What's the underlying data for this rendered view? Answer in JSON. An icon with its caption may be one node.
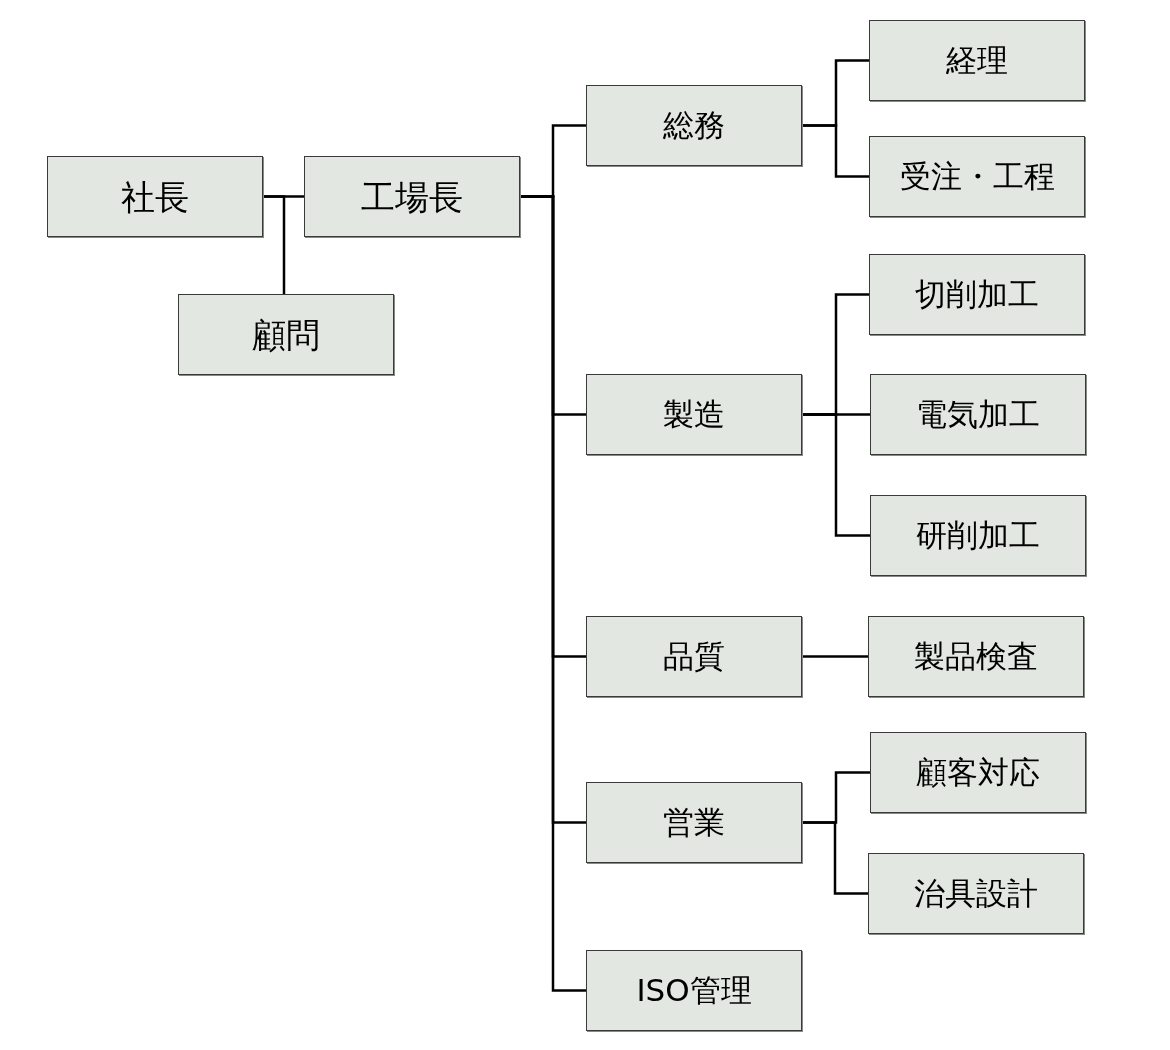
{
  "diagram": {
    "nodes": [
      {
        "text": [
          "社長"
        ]
      },
      {
        "text": [
          "工場長"
        ]
      },
      {
        "text": [
          "顧問"
        ]
      },
      {
        "text": [
          "総務"
        ]
      },
      {
        "text": [
          "経理"
        ]
      },
      {
        "text": [
          "受注・工程"
        ]
      },
      {
        "text": [
          "製造"
        ]
      },
      {
        "text": [
          "切削加工"
        ]
      },
      {
        "text": [
          "電気加工"
        ]
      },
      {
        "text": [
          "研削加工"
        ]
      },
      {
        "text": [
          "品質"
        ]
      },
      {
        "text": [
          "製品検査"
        ]
      },
      {
        "text": [
          "営業"
        ]
      },
      {
        "text": [
          "顧客対応"
        ]
      },
      {
        "text": [
          "治具設計"
        ]
      },
      {
        "text": [
          "ISO管理"
        ]
      }
    ],
    "edges": [
      {
        "from": 0,
        "to": 1,
        "arrow": "none"
      },
      {
        "from": 0,
        "to": 2,
        "arrow": "none"
      },
      {
        "from": 1,
        "to": 3,
        "arrow": "none"
      },
      {
        "from": 1,
        "to": 6,
        "arrow": "none"
      },
      {
        "from": 1,
        "to": 10,
        "arrow": "none"
      },
      {
        "from": 1,
        "to": 12,
        "arrow": "none"
      },
      {
        "from": 1,
        "to": 15,
        "arrow": "none"
      },
      {
        "from": 3,
        "to": 4,
        "arrow": "none"
      },
      {
        "from": 3,
        "to": 5,
        "arrow": "none"
      },
      {
        "from": 6,
        "to": 7,
        "arrow": "none"
      },
      {
        "from": 6,
        "to": 8,
        "arrow": "none"
      },
      {
        "from": 6,
        "to": 9,
        "arrow": "none"
      },
      {
        "from": 10,
        "to": 11,
        "arrow": "none"
      },
      {
        "from": 12,
        "to": 13,
        "arrow": "none"
      },
      {
        "from": 12,
        "to": 14,
        "arrow": "none"
      }
    ]
  }
}
